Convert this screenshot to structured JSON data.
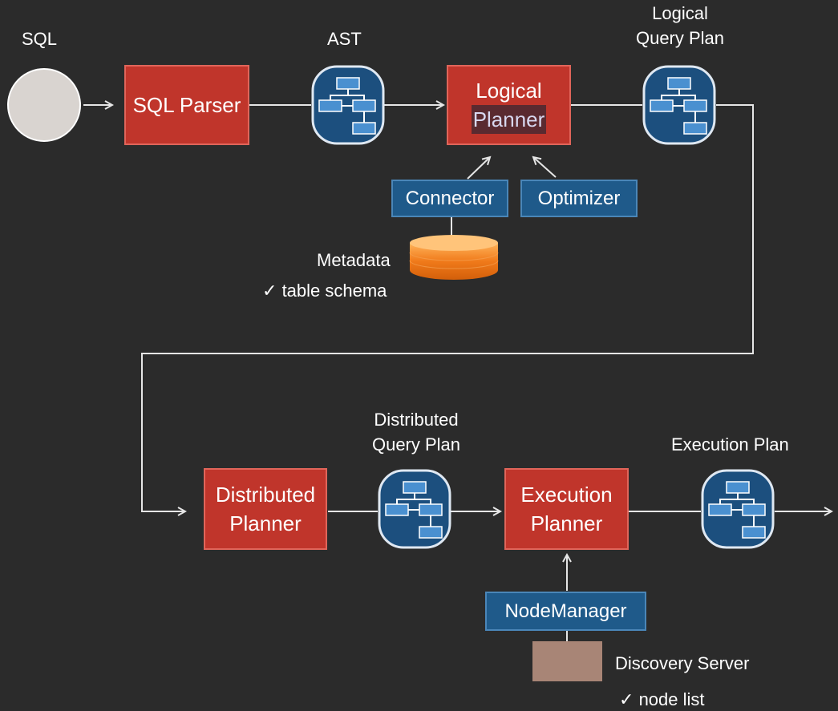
{
  "labels": {
    "sql": "SQL",
    "ast": "AST",
    "logical_query_plan_1": "Logical",
    "logical_query_plan_2": "Query Plan",
    "metadata": "Metadata",
    "table_schema": "table schema",
    "distributed_query_plan_1": "Distributed",
    "distributed_query_plan_2": "Query Plan",
    "execution_plan": "Execution Plan",
    "discovery_server": "Discovery Server",
    "node_list": "node list",
    "check": "✓"
  },
  "boxes": {
    "sql_parser": "SQL Parser",
    "logical_planner_1": "Logical",
    "logical_planner_2": "Planner",
    "connector": "Connector",
    "optimizer": "Optimizer",
    "distributed_planner_1": "Distributed",
    "distributed_planner_2": "Planner",
    "execution_planner_1": "Execution",
    "execution_planner_2": "Planner",
    "node_manager": "NodeManager"
  },
  "colors": {
    "background": "#2b2b2b",
    "planner_red": "#c0352b",
    "component_blue": "#1f5a8a",
    "plan_icon_blue": "#1c4f7e",
    "metadata_orange": "#f07a1a",
    "discovery_tan": "#a88576",
    "sql_circle": "#d9d4d0",
    "arrow": "#e6e6e6"
  }
}
